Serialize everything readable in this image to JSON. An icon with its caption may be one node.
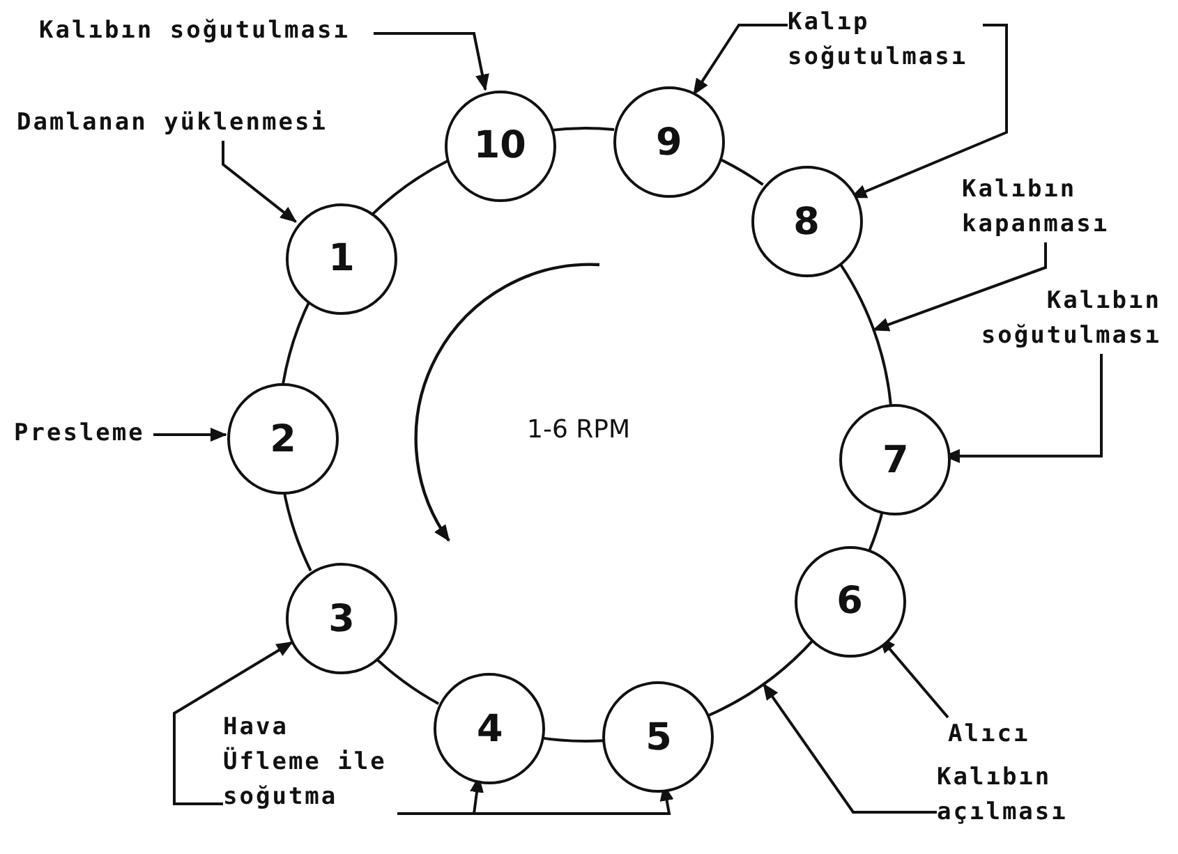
{
  "diagram": {
    "nodes": [
      {
        "text": [
          "1"
        ]
      },
      {
        "text": [
          "2"
        ]
      },
      {
        "text": [
          "3"
        ]
      },
      {
        "text": [
          "4"
        ]
      },
      {
        "text": [
          "5"
        ]
      },
      {
        "text": [
          "6"
        ]
      },
      {
        "text": [
          "7"
        ]
      },
      {
        "text": [
          "8"
        ]
      },
      {
        "text": [
          "9"
        ]
      },
      {
        "text": [
          "10"
        ]
      },
      {
        "text": [
          "Kalıbın soğutulması"
        ]
      },
      {
        "text": [
          "Damlanan yüklenmesi"
        ]
      },
      {
        "text": [
          "Presleme"
        ]
      },
      {
        "text": [
          "Hava Üfleme ile soğutma"
        ]
      },
      {
        "text": [
          "Kalıp soğutulması"
        ]
      },
      {
        "text": [
          "Kalıbın kapanması"
        ]
      },
      {
        "text": [
          "Kalıbın soğutulması"
        ]
      },
      {
        "text": [
          "Alıcı"
        ]
      },
      {
        "text": [
          "Kalıbın açılması"
        ]
      }
    ],
    "edges": [
      {
        "from": 0,
        "to": 1,
        "arrow": "none"
      },
      {
        "from": 1,
        "to": 2,
        "arrow": "none"
      },
      {
        "from": 2,
        "to": 3,
        "arrow": "none"
      },
      {
        "from": 3,
        "to": 4,
        "arrow": "none"
      },
      {
        "from": 4,
        "to": 5,
        "arrow": "none"
      },
      {
        "from": 5,
        "to": 6,
        "arrow": "none"
      },
      {
        "from": 6,
        "to": 7,
        "arrow": "none"
      },
      {
        "from": 7,
        "to": 8,
        "arrow": "none"
      },
      {
        "from": 8,
        "to": 9,
        "arrow": "none"
      },
      {
        "from": 9,
        "to": 0,
        "arrow": "none"
      },
      {
        "from": 10,
        "to": 9,
        "arrow": "to"
      },
      {
        "from": 11,
        "to": 0,
        "arrow": "to"
      },
      {
        "from": 12,
        "to": 1,
        "arrow": "to"
      },
      {
        "from": 13,
        "to": 2,
        "arrow": "to"
      },
      {
        "from": 13,
        "to": 3,
        "arrow": "to"
      },
      {
        "from": 13,
        "to": 4,
        "arrow": "to"
      },
      {
        "from": 14,
        "to": 8,
        "arrow": "to"
      },
      {
        "from": 14,
        "to": 7,
        "arrow": "to"
      },
      {
        "from": 15,
        "to": null,
        "arrow": "to"
      },
      {
        "from": 16,
        "to": 6,
        "arrow": "to"
      },
      {
        "from": 17,
        "to": 5,
        "arrow": "to"
      },
      {
        "from": 18,
        "to": null,
        "arrow": "to"
      }
    ],
    "labels": [
      "1-6 RPM"
    ]
  }
}
